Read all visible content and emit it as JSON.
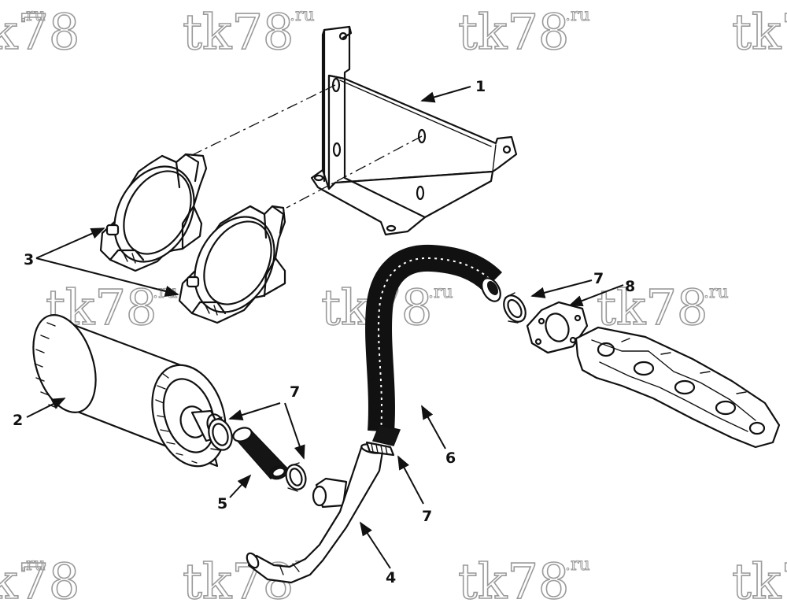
{
  "watermark": {
    "text": "tk78",
    "suffix": ".ru"
  },
  "callouts": {
    "c1": "1",
    "c2": "2",
    "c3": "3",
    "c4": "4",
    "c5": "5",
    "c6": "6",
    "c7a": "7",
    "c7b": "7",
    "c7c": "7",
    "c8": "8"
  },
  "colors": {
    "line": "#111111",
    "watermark": "#9a9a9a",
    "background": "#ffffff"
  }
}
